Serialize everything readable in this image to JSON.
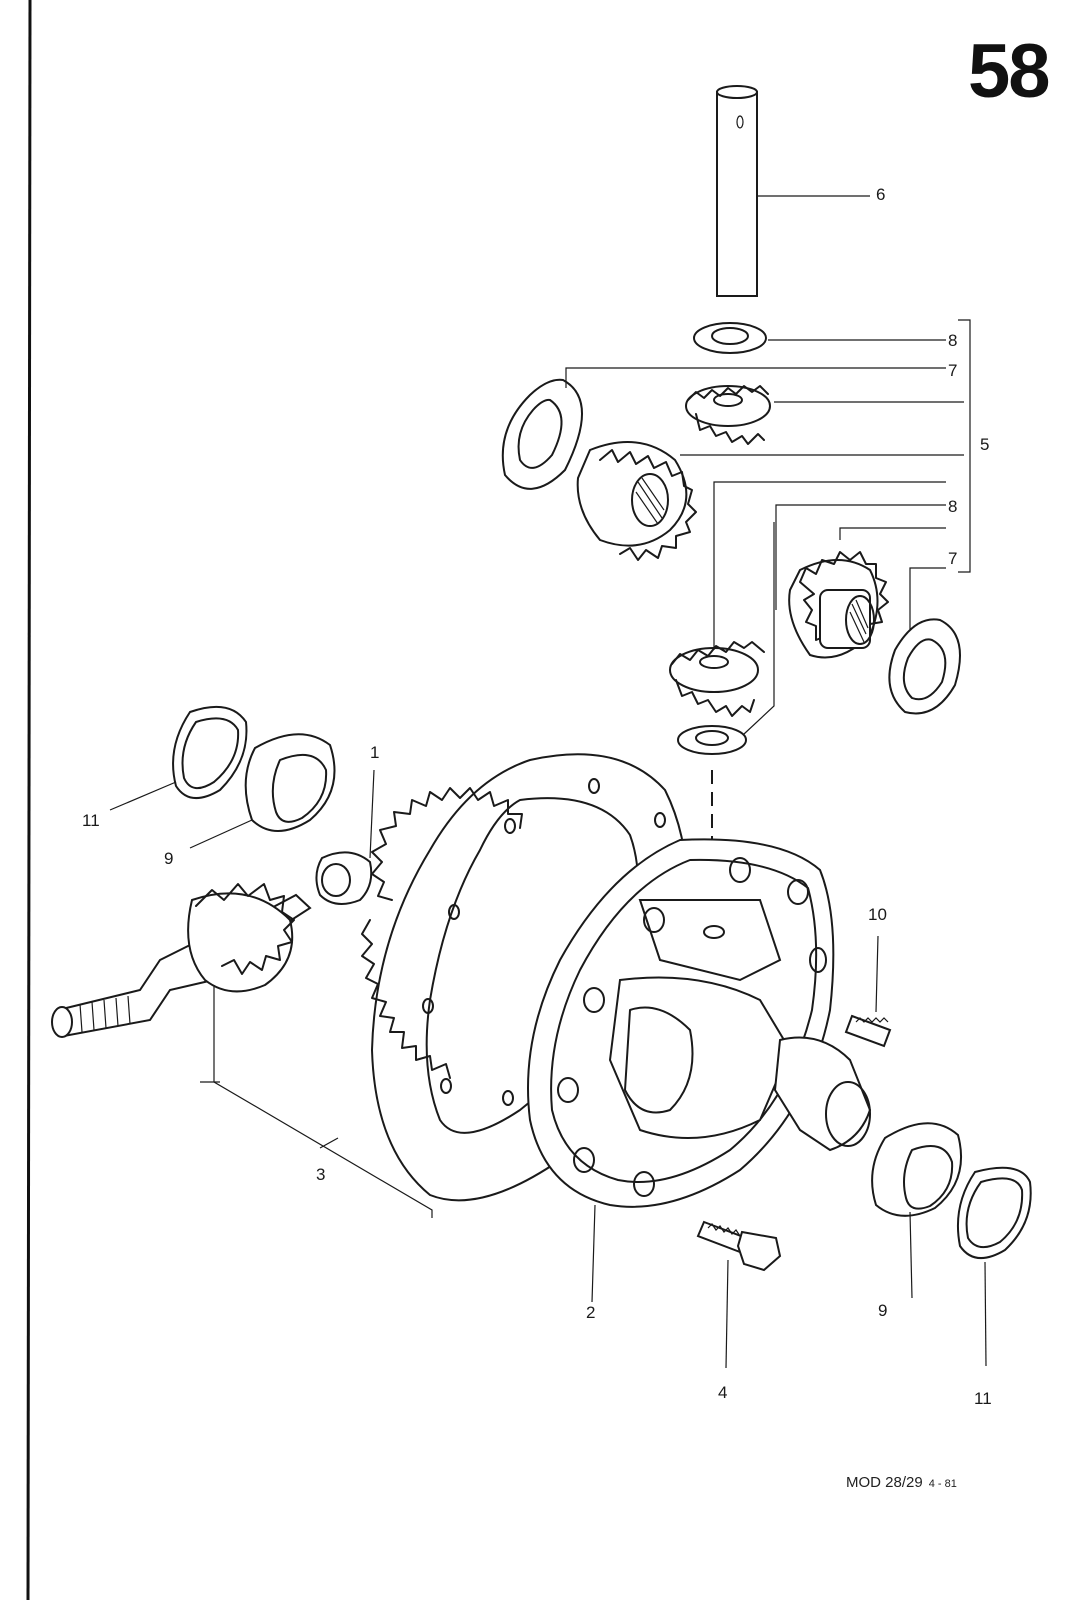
{
  "page": {
    "number": "58"
  },
  "footer": {
    "model": "MOD 28/29",
    "date": "4 - 81"
  },
  "callouts": {
    "c1": "1",
    "c2": "2",
    "c3": "3",
    "c4": "4",
    "c5": "5",
    "c6": "6",
    "c7a": "7",
    "c7b": "7",
    "c8a": "8",
    "c8b": "8",
    "c9a": "9",
    "c9b": "9",
    "c10": "10",
    "c11a": "11",
    "c11b": "11"
  },
  "colors": {
    "ink": "#1a1a1a",
    "paper": "#ffffff"
  }
}
